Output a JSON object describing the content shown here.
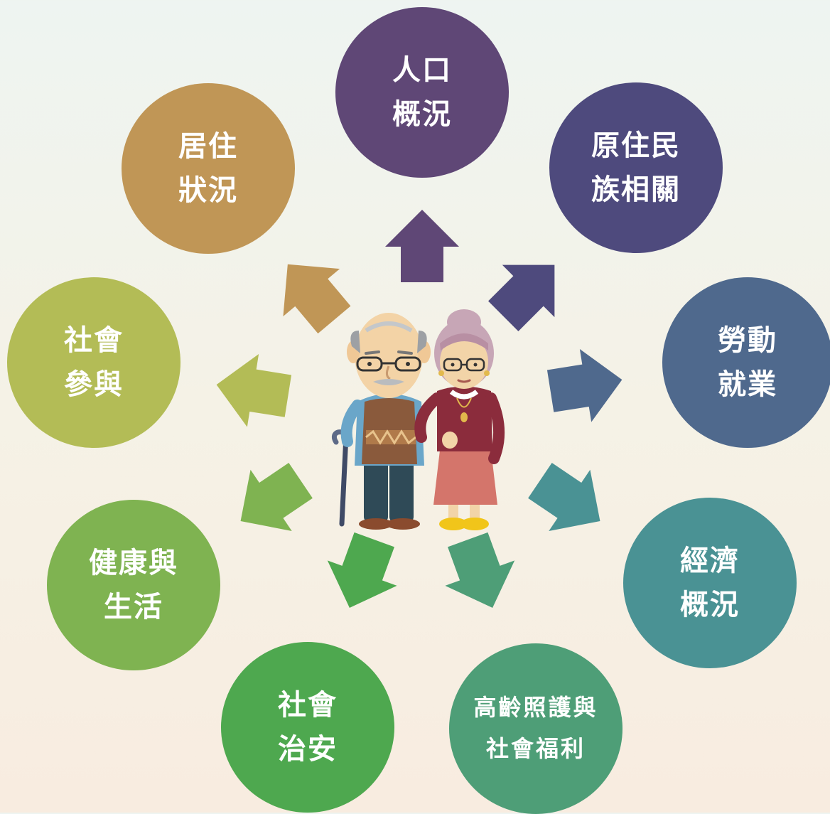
{
  "nodes": [
    {
      "id": "population",
      "line1": "人口",
      "line2": "概況",
      "color": "#5f4776"
    },
    {
      "id": "indigenous",
      "line1": "原住民",
      "line2": "族相關",
      "color": "#4e4a7d"
    },
    {
      "id": "labor",
      "line1": "勞動",
      "line2": "就業",
      "color": "#4f698d"
    },
    {
      "id": "economy",
      "line1": "經濟",
      "line2": "概況",
      "color": "#4a9294"
    },
    {
      "id": "welfare",
      "line1": "高齡照護與",
      "line2": "社會福利",
      "color": "#4e9e77"
    },
    {
      "id": "safety",
      "line1": "社會",
      "line2": "治安",
      "color": "#4ea84f"
    },
    {
      "id": "health",
      "line1": "健康與",
      "line2": "生活",
      "color": "#7fb351"
    },
    {
      "id": "participation",
      "line1": "社會",
      "line2": "參與",
      "color": "#b3bc56"
    },
    {
      "id": "housing",
      "line1": "居住",
      "line2": "狀況",
      "color": "#c09656"
    }
  ]
}
